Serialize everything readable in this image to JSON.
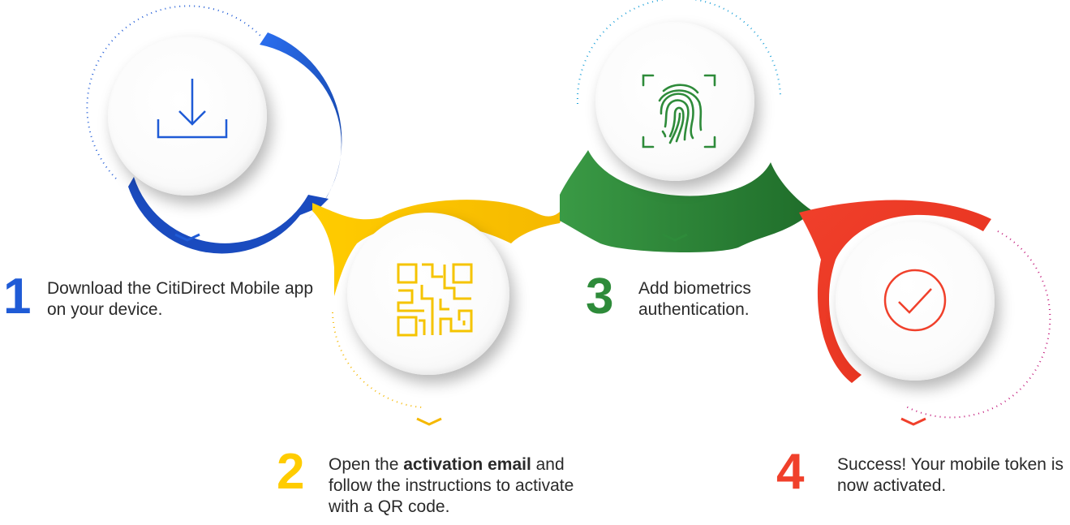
{
  "steps": [
    {
      "number": "1",
      "text": "Download the CitiDirect Mobile app on your device.",
      "icon": "download-icon",
      "color": "#1f5bd6"
    },
    {
      "number": "2",
      "text_before": "Open the ",
      "text_bold": "activation email",
      "text_after": " and follow the instructions to activate with a QR code.",
      "icon": "qr-code-icon",
      "color": "#ffcc00"
    },
    {
      "number": "3",
      "text": "Add biometrics authentication.",
      "icon": "fingerprint-icon",
      "color": "#2e8b3a"
    },
    {
      "number": "4",
      "text": "Success! Your mobile token is now activated.",
      "icon": "check-circle-icon",
      "color": "#f0402b"
    }
  ]
}
